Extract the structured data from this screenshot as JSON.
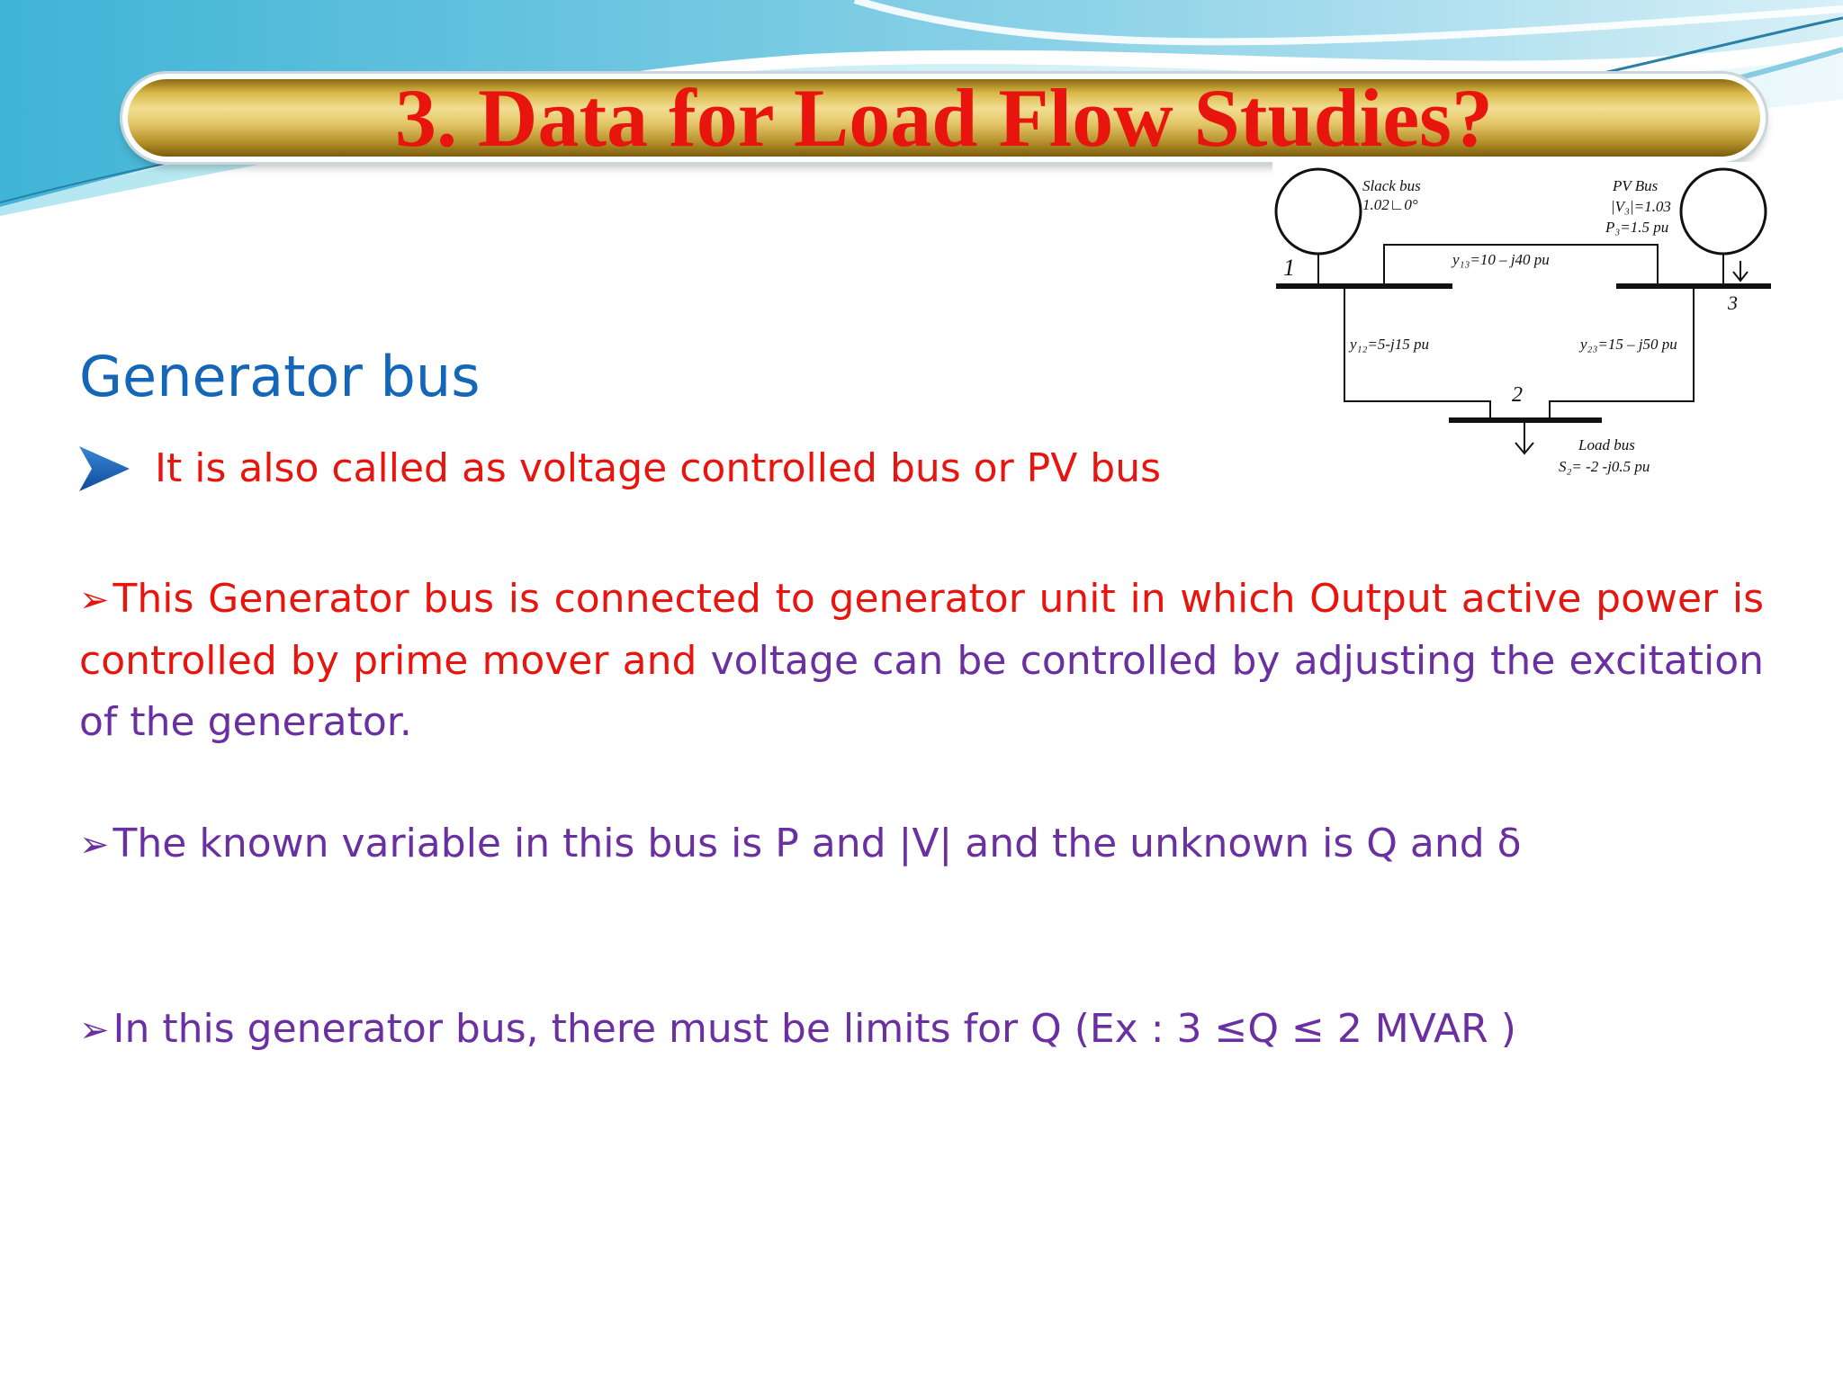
{
  "slide": {
    "title": "3. Data for Load Flow Studies?",
    "heading": "Generator bus",
    "bullet1": "It  is also called as voltage controlled bus or PV bus",
    "bullet2_red": "This Generator bus is connected to generator unit in which Output active power is controlled by prime mover and ",
    "bullet2_purple": "voltage can be controlled by adjusting the excitation of the generator.",
    "bullet3": "The known variable in this bus is P and |V| and the unknown is Q and δ",
    "bullet4": "In this generator bus, there must be limits for Q (Ex : 3 ≤Q ≤ 2 MVAR )",
    "bullet_marker": "➢"
  },
  "diagram": {
    "slack_label": "Slack bus",
    "slack_value": "1.02∟0°",
    "pv_label": "PV Bus",
    "pv_voltage": "|V₃|=1.03",
    "pv_power": "P₃=1.5 pu",
    "y13": "y₁₃=10 – j40 pu",
    "y12": "y₁₂=5-j15 pu",
    "y23": "y₂₃=15 – j50 pu",
    "bus1": "1",
    "bus2": "2",
    "bus3": "3",
    "load_label": "Load bus",
    "load_value": "S₂= -2 -j0.5 pu"
  },
  "colors": {
    "title": "#e8150f",
    "heading": "#1466b8",
    "red_text": "#e8150f",
    "purple_text": "#6a2fa0",
    "banner_gold": "#d9b94a"
  }
}
